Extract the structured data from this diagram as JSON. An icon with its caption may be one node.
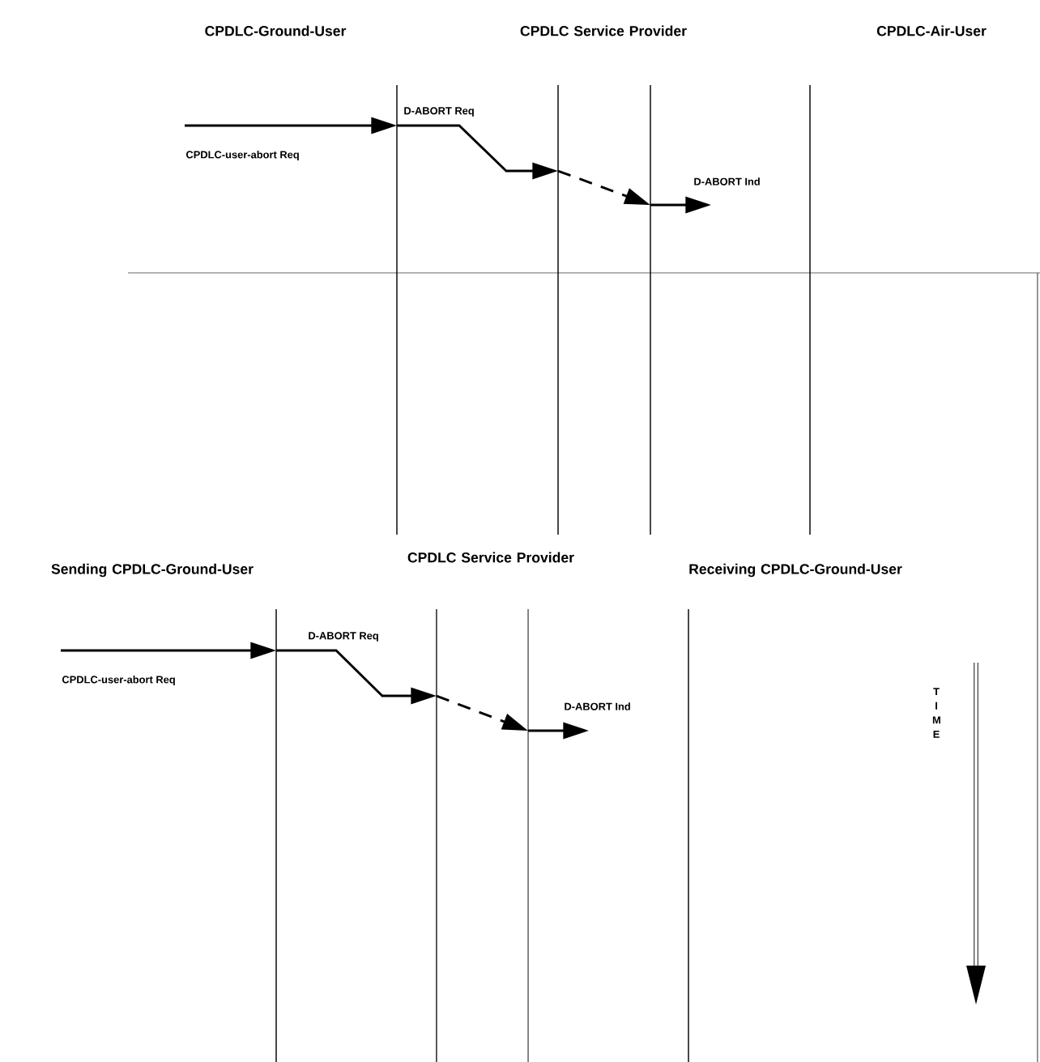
{
  "diagram": {
    "nodes": [
      {
        "text": [],
        "shape": "line"
      },
      {
        "text": [],
        "shape": "line"
      },
      {
        "text": [],
        "shape": "line"
      },
      {
        "text": [],
        "shape": "line"
      },
      {
        "text": [],
        "shape": "line"
      },
      {
        "text": [],
        "shape": "line"
      },
      {
        "text": [],
        "shape": "line"
      },
      {
        "text": [],
        "shape": "line"
      }
    ],
    "edges": [
      {
        "from": null,
        "to": 0,
        "arrow": "to",
        "label": "CPDLC-user-abort Req"
      },
      {
        "from": 0,
        "to": 1,
        "arrow": "to",
        "label": "D-ABORT Req"
      },
      {
        "from": 1,
        "to": 2,
        "arrow": "to",
        "style": "dashed"
      },
      {
        "from": 2,
        "to": null,
        "arrow": "to",
        "label": "D-ABORT Ind"
      },
      {
        "from": null,
        "to": 4,
        "arrow": "to",
        "label": "CPDLC-user-abort Req"
      },
      {
        "from": 4,
        "to": 5,
        "arrow": "to",
        "label": "D-ABORT Req"
      },
      {
        "from": 5,
        "to": 6,
        "arrow": "to",
        "style": "dashed"
      },
      {
        "from": 6,
        "to": null,
        "arrow": "to",
        "label": "D-ABORT Ind"
      }
    ],
    "labels": [
      "CPDLC-Ground-User",
      "CPDLC Service Provider",
      "CPDLC-Air-User",
      "Sending CPDLC-Ground-User",
      "CPDLC Service Provider",
      "Receiving CPDLC-Ground-User",
      "T I M E"
    ]
  }
}
